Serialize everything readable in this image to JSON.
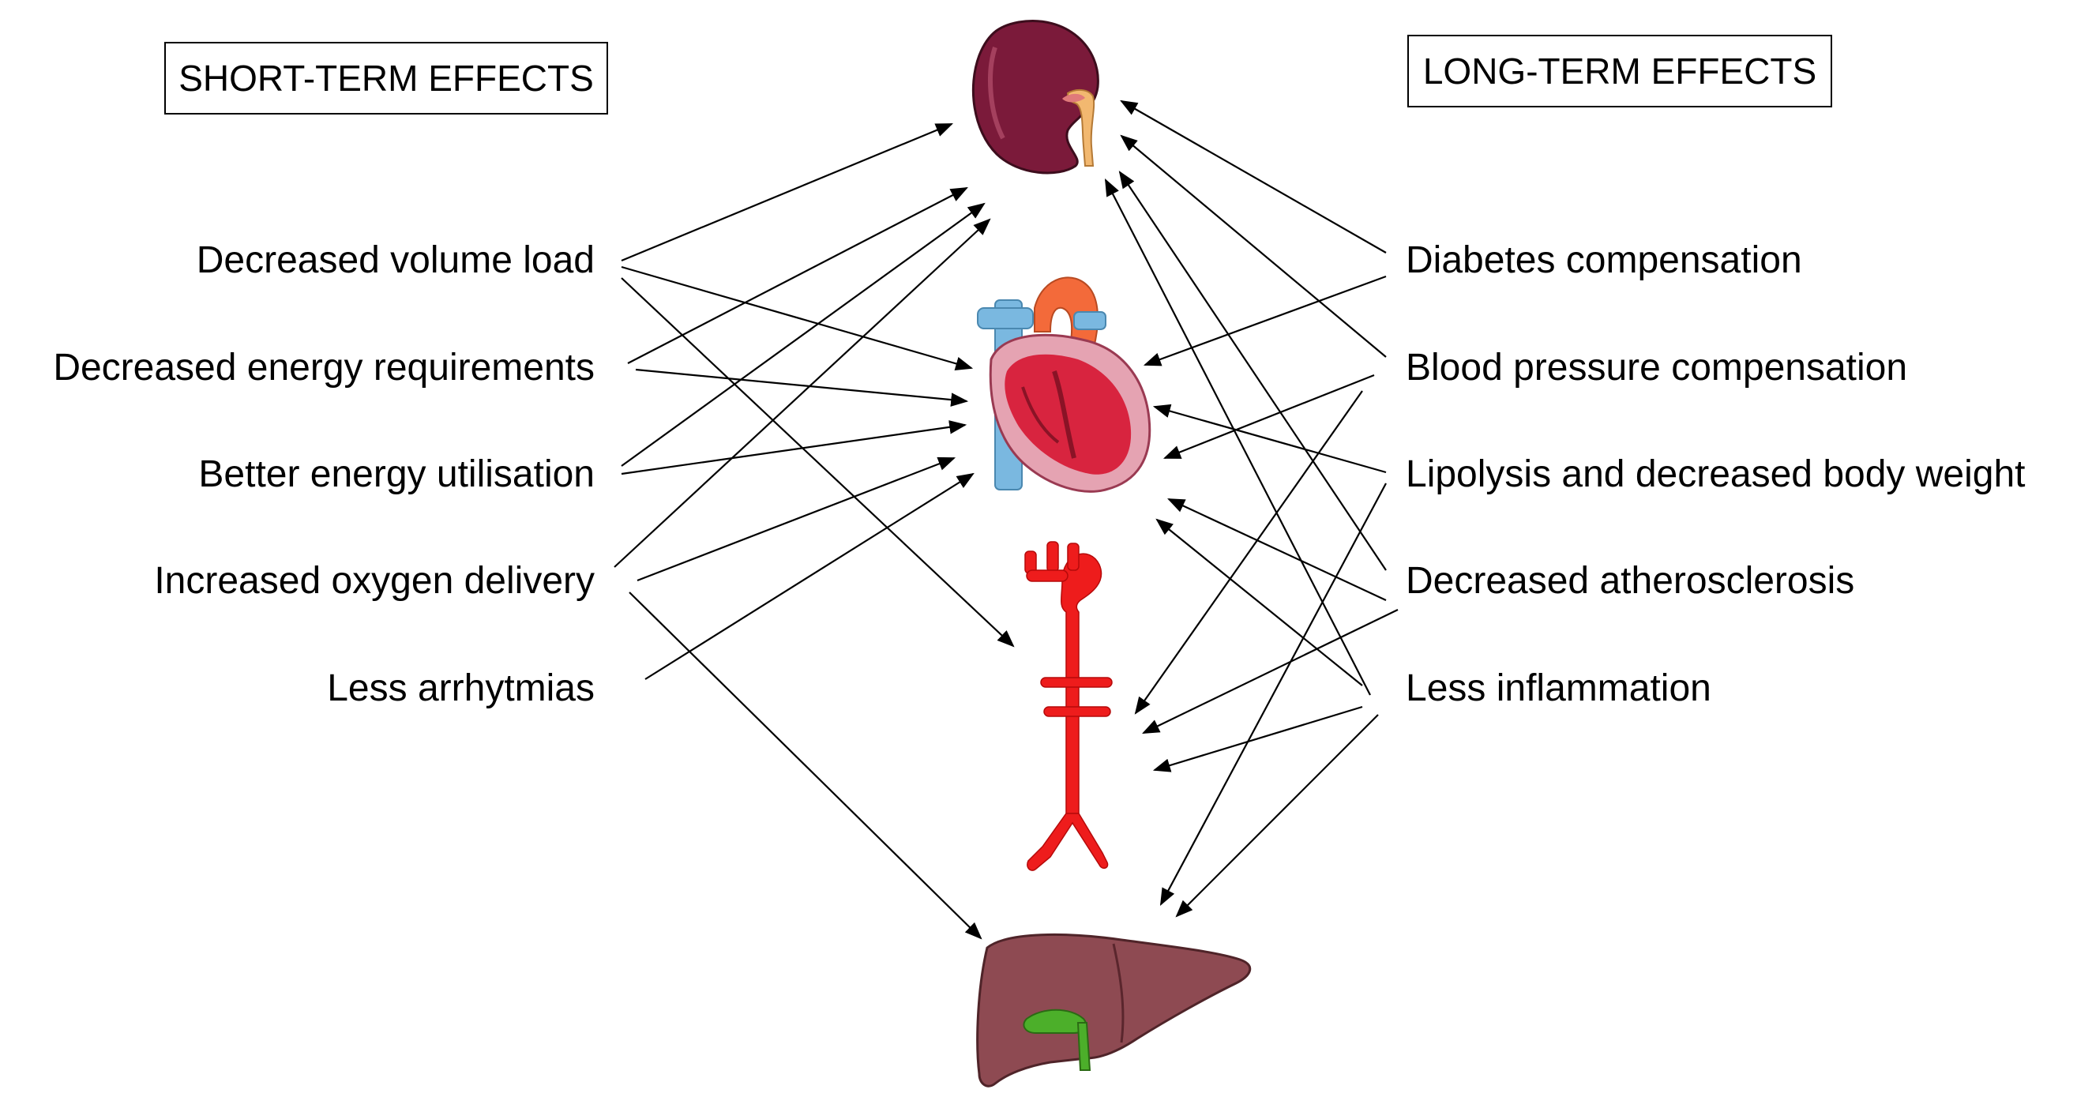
{
  "short_term": {
    "heading": "SHORT-TERM EFFECTS",
    "effects": [
      "Decreased volume load",
      "Decreased energy requirements",
      "Better energy utilisation",
      "Increased oxygen delivery",
      "Less arrhytmias"
    ]
  },
  "long_term": {
    "heading": "LONG-TERM EFFECTS",
    "effects": [
      "Diabetes compensation",
      "Blood pressure compensation",
      "Lipolysis and decreased body weight",
      "Decreased atherosclerosis",
      "Less inflammation"
    ]
  },
  "organs": [
    "kidney-icon",
    "heart-icon",
    "aorta-icon",
    "liver-icon"
  ],
  "colors": {
    "kidney": "#7b1a3a",
    "ureter": "#f2b870",
    "heart": "#d8243f",
    "vessel_blue": "#7ab8e0",
    "aorta": "#ee1c1c",
    "liver": "#8e4a52",
    "gallbladder": "#4caf2a"
  }
}
